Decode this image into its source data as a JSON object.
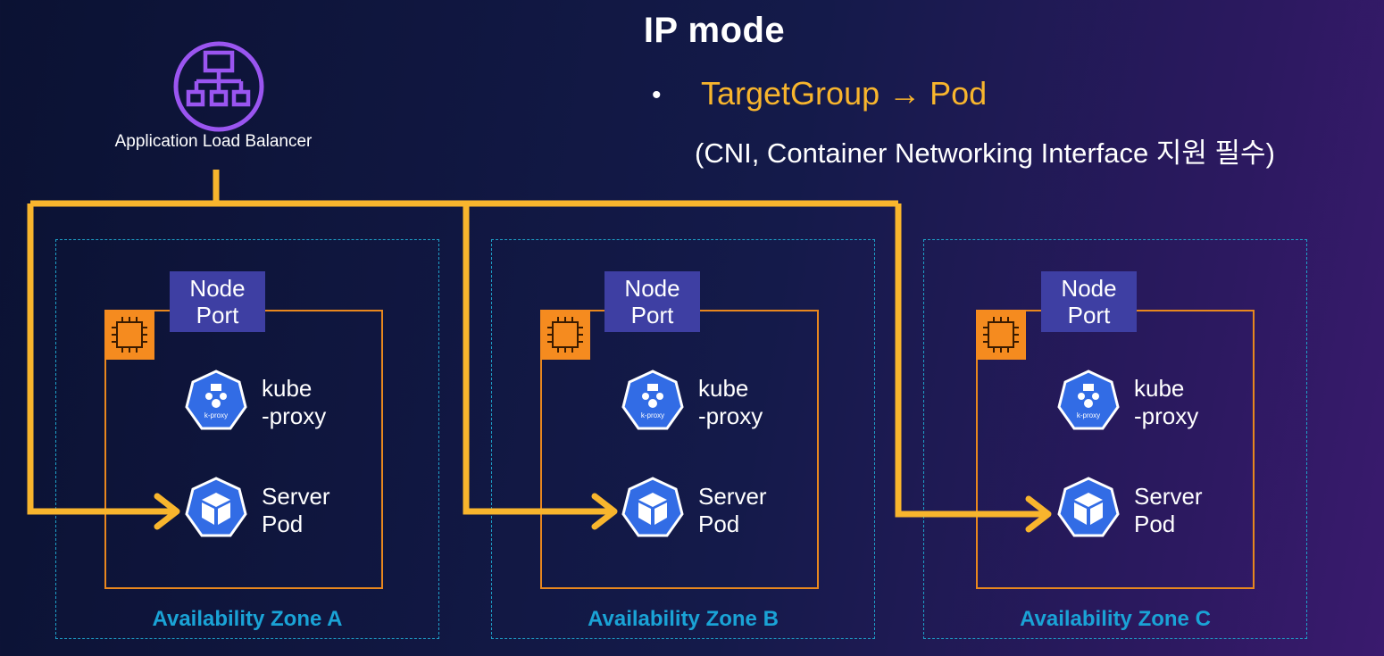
{
  "title": "IP mode",
  "bullet": {
    "dot": "•",
    "text": "TargetGroup → Pod"
  },
  "note": "(CNI, Container Networking Interface 지원 필수)",
  "alb": {
    "label": "Application Load Balancer",
    "icon": "load-balancer-icon"
  },
  "colors": {
    "connector": "#f8b52d",
    "zone_border": "#1ea0c8",
    "zone_label": "#1aa3d6",
    "node_border": "#e8871e",
    "chip": "#f58b1f",
    "nodeport": "#3e3fa3",
    "k8s_blue": "#326ce5"
  },
  "zones": [
    {
      "label": "Availability Zone A",
      "nodeport": [
        "Node",
        "Port"
      ],
      "kube_proxy": [
        "kube",
        "-proxy"
      ],
      "kube_proxy_badge": "k-proxy",
      "server_pod": [
        "Server",
        "Pod"
      ]
    },
    {
      "label": "Availability Zone B",
      "nodeport": [
        "Node",
        "Port"
      ],
      "kube_proxy": [
        "kube",
        "-proxy"
      ],
      "kube_proxy_badge": "k-proxy",
      "server_pod": [
        "Server",
        "Pod"
      ]
    },
    {
      "label": "Availability Zone C",
      "nodeport": [
        "Node",
        "Port"
      ],
      "kube_proxy": [
        "kube",
        "-proxy"
      ],
      "kube_proxy_badge": "k-proxy",
      "server_pod": [
        "Server",
        "Pod"
      ]
    }
  ]
}
